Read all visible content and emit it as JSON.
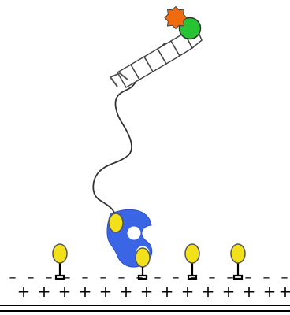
{
  "diagram": {
    "colors": {
      "background": "#ffffff",
      "line": "#444444",
      "blue_protein": "#3a66e6",
      "yellow_ligand": "#f2e11a",
      "green_tag": "#27c335",
      "orange_tag": "#f06a0e",
      "stem": "#000000"
    },
    "components": {
      "arrow_chain_segments": 6,
      "free_yellow_ligands": 3,
      "bound_yellow_ligands": 2,
      "membrane_symbols": {
        "top": "-",
        "bottom": "+"
      }
    },
    "membrane_rows": {
      "top_symbols": [
        "–",
        "–",
        "–",
        "–",
        "–",
        "–",
        "–",
        "–",
        "–",
        "–",
        "–",
        "–",
        "–",
        "–",
        "–",
        "–"
      ],
      "bottom_symbols": [
        "+",
        "+",
        "+",
        "+",
        "+",
        "+",
        "+",
        "+",
        "+",
        "+",
        "+",
        "+",
        "+",
        "+"
      ]
    }
  }
}
